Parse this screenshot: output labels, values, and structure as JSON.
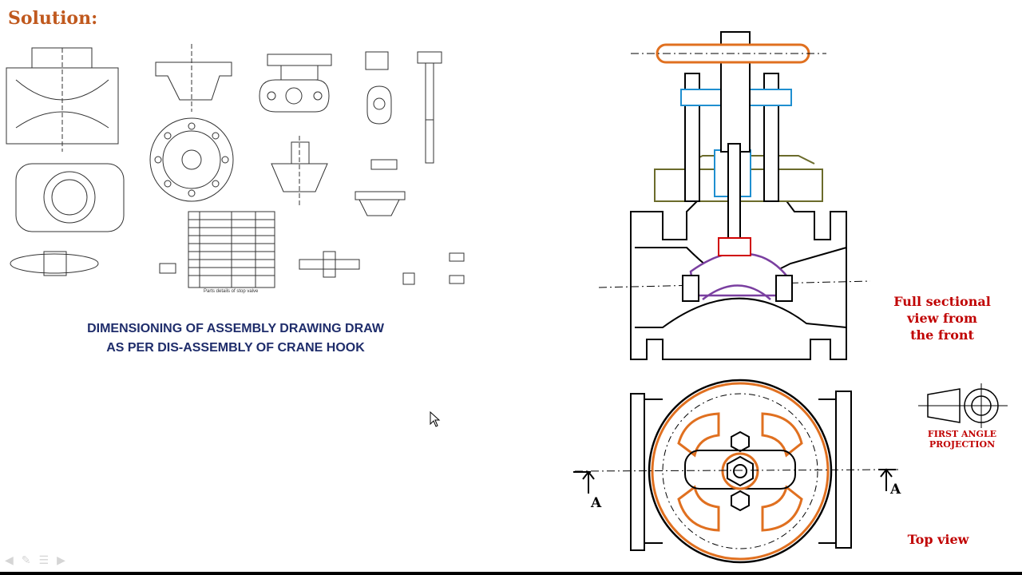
{
  "slide": {
    "title": "Solution:",
    "caption_line1": "DIMENSIONING OF ASSEMBLY DRAWING DRAW",
    "caption_line2": "AS PER DIS-ASSEMBLY OF CRANE HOOK",
    "front_label_line1": "Full sectional",
    "front_label_line2": "view from",
    "front_label_line3": "the front",
    "top_label": "Top view",
    "projection_line1": "FIRST ANGLE",
    "projection_line2": "PROJECTION",
    "section_mark": "A"
  },
  "parts_table": {
    "caption": "Parts details of stop valve"
  },
  "colors": {
    "title": "#c0591e",
    "caption": "#1f2d6b",
    "label": "#c00000",
    "handwheel": "#e07020",
    "gland": "#1f8fd0",
    "bonnet": "#6b6b2b",
    "valve_disc": "#7a3fa0",
    "seat": "#d00000"
  },
  "icons": [
    "cursor-arrow-icon",
    "nav-back-icon",
    "nav-pen-icon",
    "nav-menu-icon",
    "nav-forward-icon"
  ]
}
